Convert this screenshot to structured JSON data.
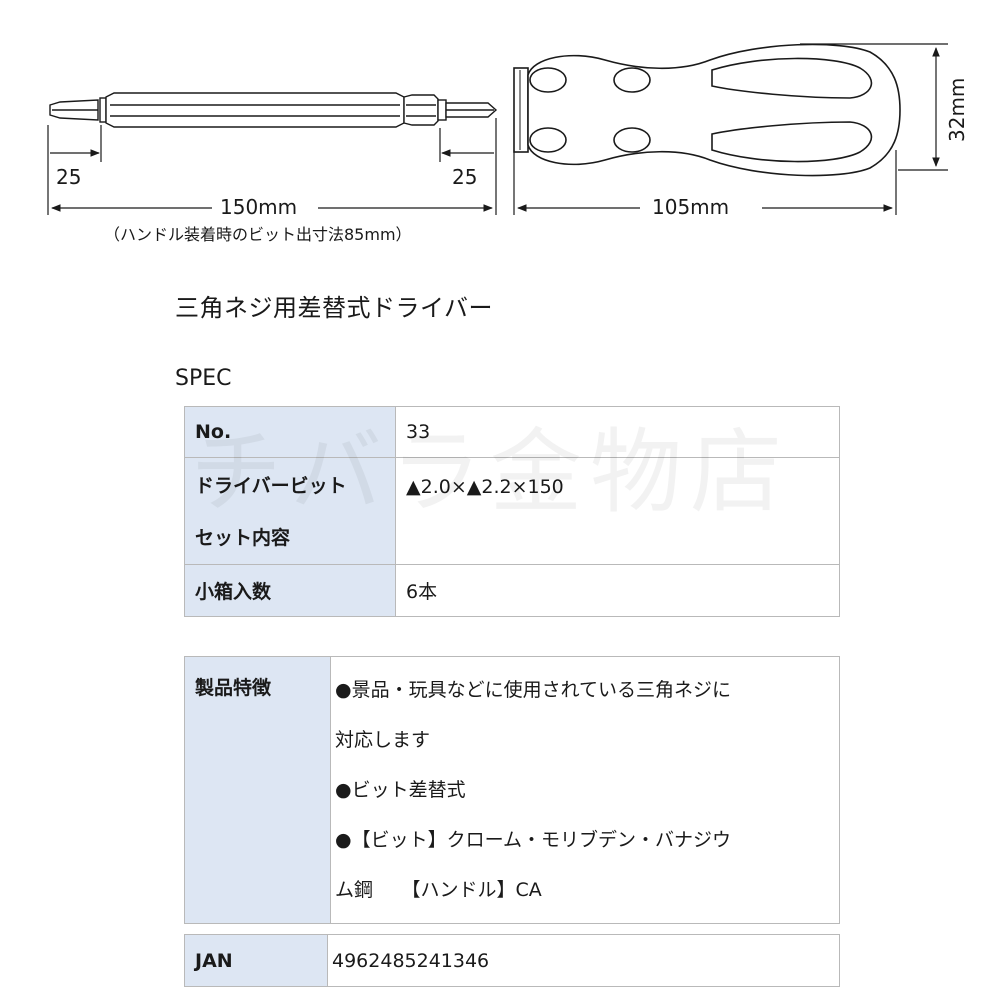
{
  "drawing": {
    "bit_left_length": "25",
    "bit_right_length": "25",
    "bit_total_length": "150mm",
    "bit_note": "（ハンドル装着時のビット出寸法85mm）",
    "handle_length": "105mm",
    "handle_diameter": "32mm"
  },
  "title": "三角ネジ用差替式ドライバー",
  "spec_label": "SPEC",
  "spec_table": {
    "no_label": "No.",
    "no_value": "33",
    "set_label_1": "ドライバービット",
    "set_label_2": "セット内容",
    "set_value": "▲2.0×▲2.2×150",
    "qty_label": "小箱入数",
    "qty_value": "6本"
  },
  "features": {
    "label": "製品特徴",
    "lines": [
      "●景品・玩具などに使用されている三角ネジに",
      "対応します",
      "●ビット差替式",
      "●【ビット】クローム・モリブデン・バナジウ",
      "ム鋼　　【ハンドル】CA"
    ]
  },
  "jan": {
    "label": "JAN",
    "value": "4962485241346"
  },
  "watermark": "チバラ金物店",
  "colors": {
    "header_bg": "#dde6f3",
    "border": "#b9b9b9"
  }
}
